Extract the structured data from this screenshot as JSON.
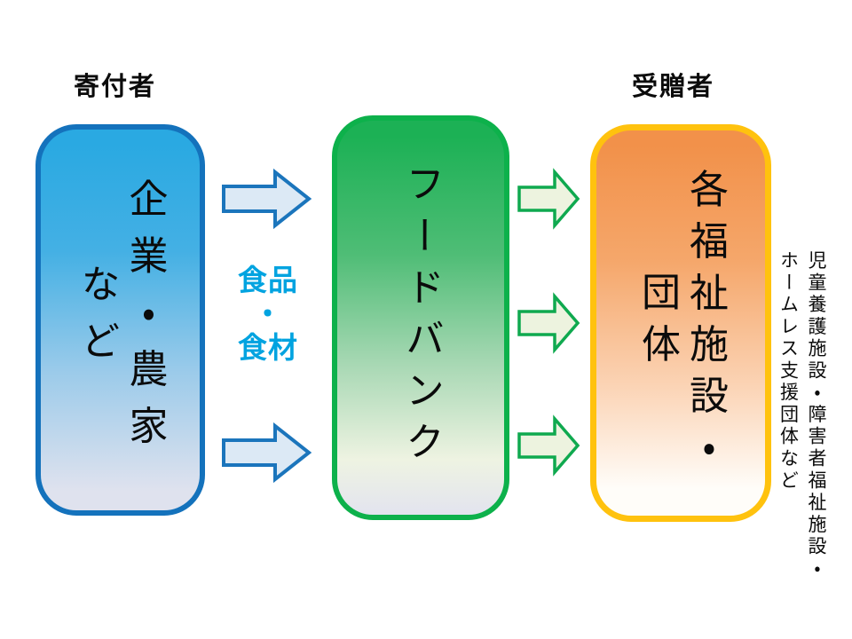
{
  "headers": {
    "donor": "寄付者",
    "recipient": "受贈者"
  },
  "boxes": {
    "donor": {
      "lines": [
        "企業・農家",
        "など"
      ]
    },
    "foodbank": {
      "lines": [
        "フードバンク"
      ]
    },
    "recipient": {
      "lines": [
        "各福祉施設・",
        "団体"
      ]
    }
  },
  "flow_label": {
    "lines": [
      "食品",
      "・",
      "食材"
    ],
    "color": "#00a3e0"
  },
  "side_caption": {
    "lines": [
      "児童養護施設・障害者福祉施設・",
      "ホームレス支援団体など"
    ]
  },
  "colors": {
    "donor_border": "#1472bc",
    "donor_fill_top": "#2aa9e2",
    "donor_fill_bottom": "#dfe2ee",
    "foodbank_border": "#0db14b",
    "foodbank_fill_top": "#1cb155",
    "foodbank_fill_bottom": "#e3e4ef",
    "recipient_border": "#ffc20e",
    "recipient_fill_top": "#f2914a",
    "recipient_fill_bottom": "#fffdf9",
    "food_arrow_fill": "#dce9f5",
    "food_arrow_stroke": "#1b75bc",
    "give_arrow_fill": "#edf3df",
    "give_arrow_stroke": "#0fa94f"
  }
}
